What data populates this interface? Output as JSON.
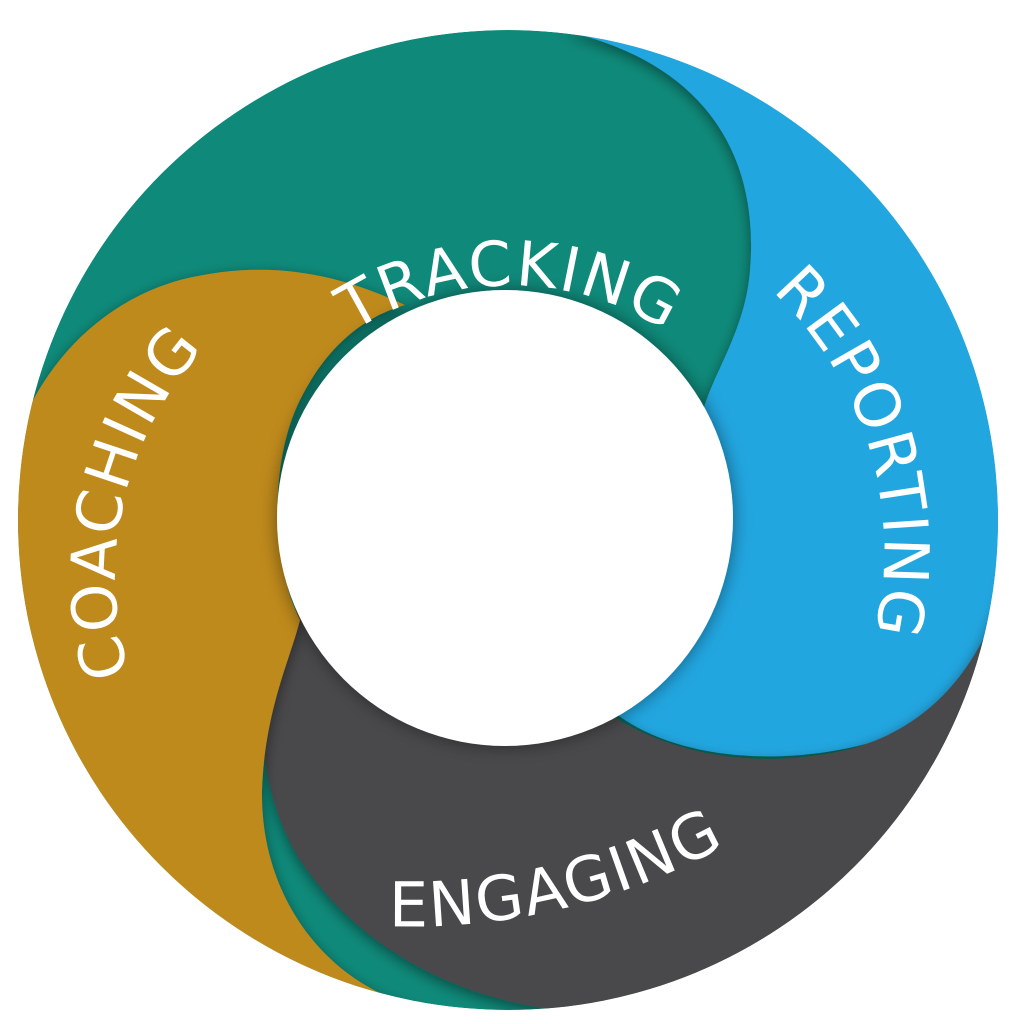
{
  "segments": [
    {
      "label": "TRACKING",
      "color": "#0f8a7a"
    },
    {
      "label": "REPORTING",
      "color": "#22a6e0"
    },
    {
      "label": "ENGAGING",
      "color": "#4a4a4c"
    },
    {
      "label": "COACHING",
      "color": "#bf8a1c"
    }
  ],
  "center_color": "#ffffff"
}
